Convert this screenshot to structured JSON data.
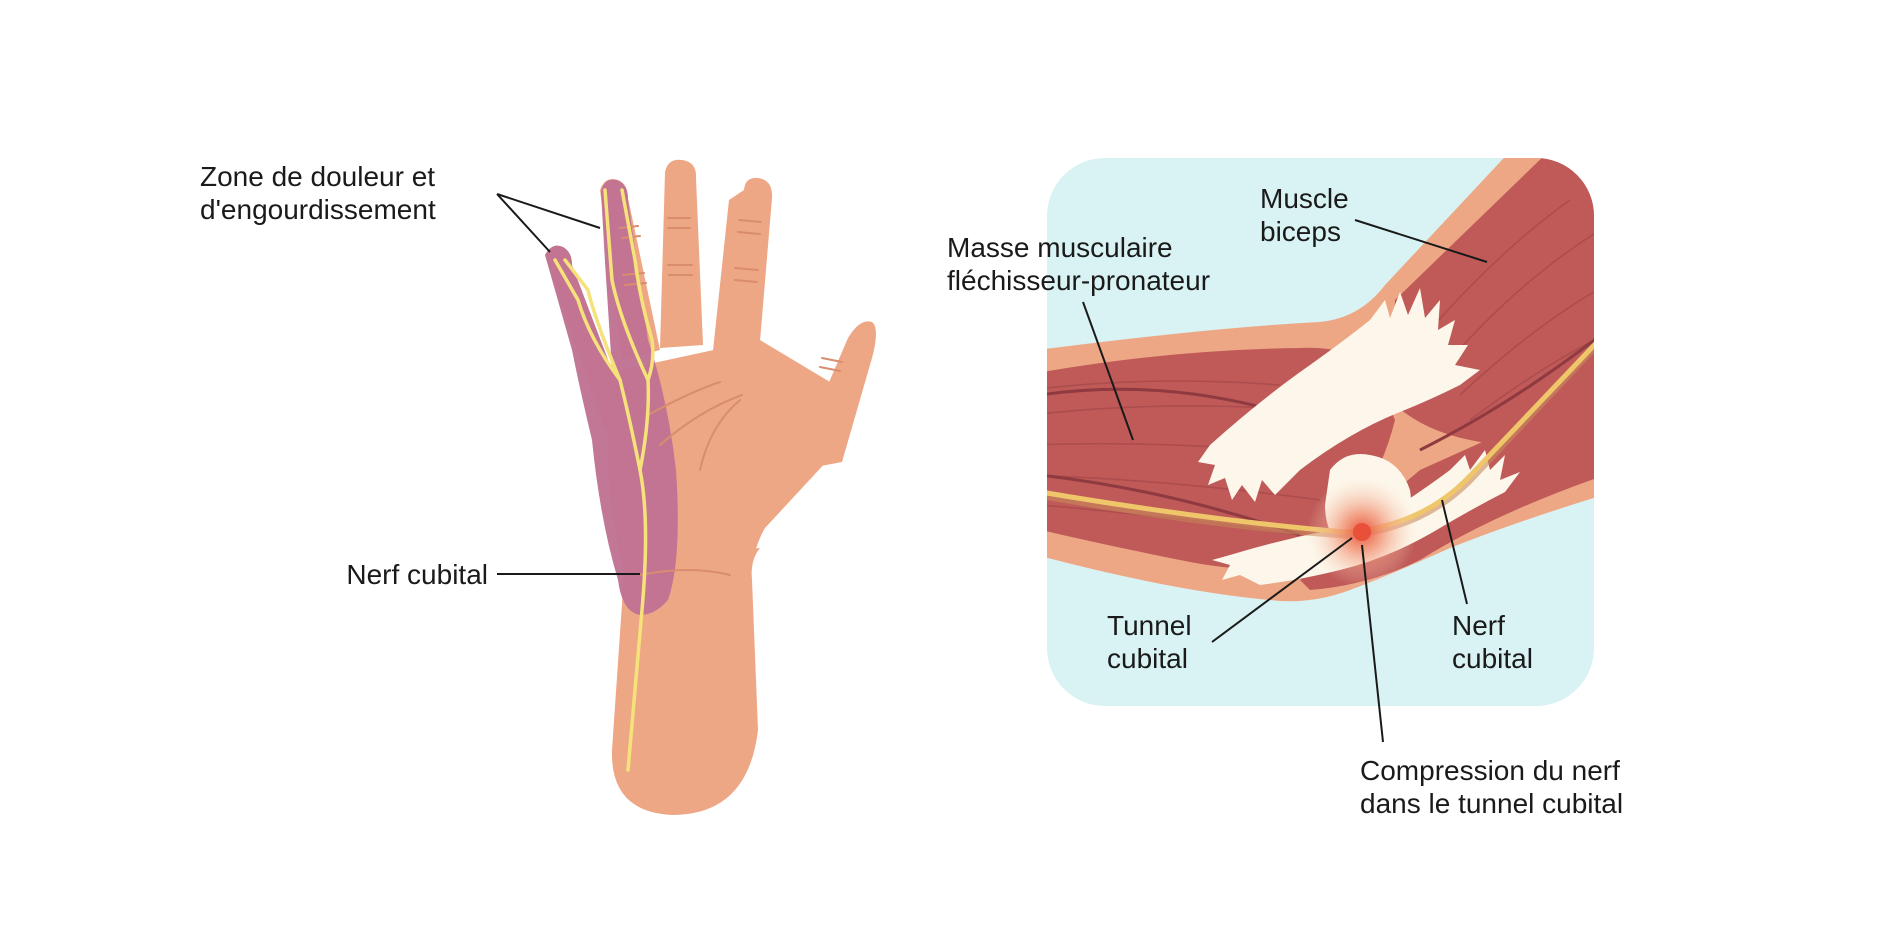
{
  "labels": {
    "pain_zone": [
      "Zone de douleur et",
      "d'engourdissement"
    ],
    "hand_nerve": [
      "Nerf cubital"
    ],
    "biceps": [
      "Muscle",
      "biceps"
    ],
    "flexor_mass": [
      "Masse musculaire",
      "fléchisseur-pronateur"
    ],
    "tunnel": [
      "Tunnel",
      "cubital"
    ],
    "elbow_nerve": [
      "Nerf",
      "cubital"
    ],
    "compression": [
      "Compression du nerf",
      "dans le tunnel cubital"
    ]
  },
  "colors": {
    "skin": "#eea785",
    "skin_line": "#d98d6e",
    "pain_zone": "#bf7193",
    "nerve": "#f5e27a",
    "muscle": "#bf5a58",
    "muscle_dark": "#9e4146",
    "tendon": "#fcf7ea",
    "panel_bg": "#d9f2f3",
    "compression": "#e8503a",
    "label_text": "#1a1a1a"
  }
}
